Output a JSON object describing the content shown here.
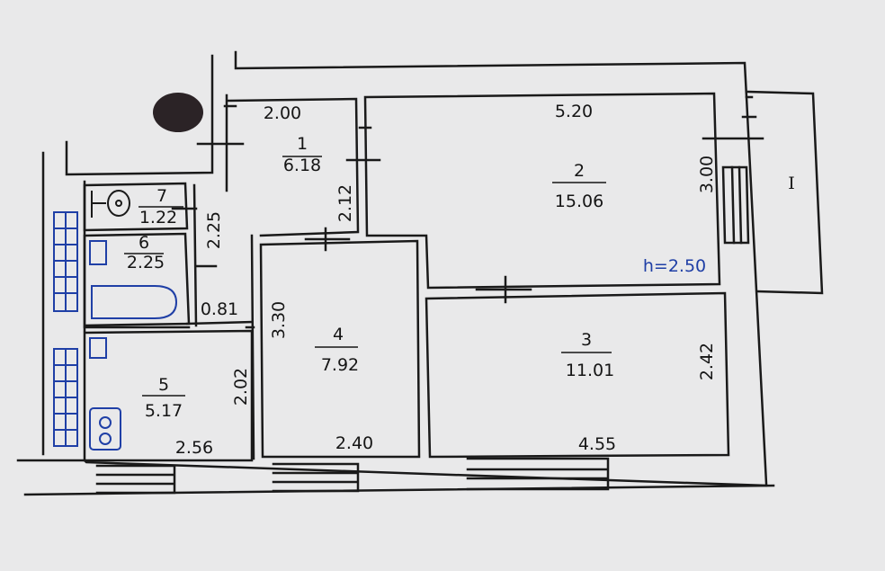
{
  "rooms": [
    {
      "number": "1",
      "area": "6.18"
    },
    {
      "number": "2",
      "area": "15.06"
    },
    {
      "number": "3",
      "area": "11.01"
    },
    {
      "number": "4",
      "area": "7.92"
    },
    {
      "number": "5",
      "area": "5.17"
    },
    {
      "number": "6",
      "area": "2.25"
    },
    {
      "number": "7",
      "area": "1.22"
    }
  ],
  "dimensions": {
    "room1_width": "2.00",
    "room1_depth": "2.12",
    "room2_width": "5.20",
    "room2_depth": "3.00",
    "room3_width": "4.55",
    "room3_depth": "2.42",
    "room4_width": "2.40",
    "room4_depth": "3.30",
    "room5_width": "2.56",
    "room5_depth": "2.02",
    "bath_depth": "2.25",
    "corridor_width": "0.81"
  },
  "ceiling_height": "h=2.50",
  "balcony_label": "I",
  "colors": {
    "paper": "#e9e9ea",
    "line": "#1a1a1a",
    "fixtures": "#1f3fa6",
    "height_note": "#1f3fa6"
  }
}
